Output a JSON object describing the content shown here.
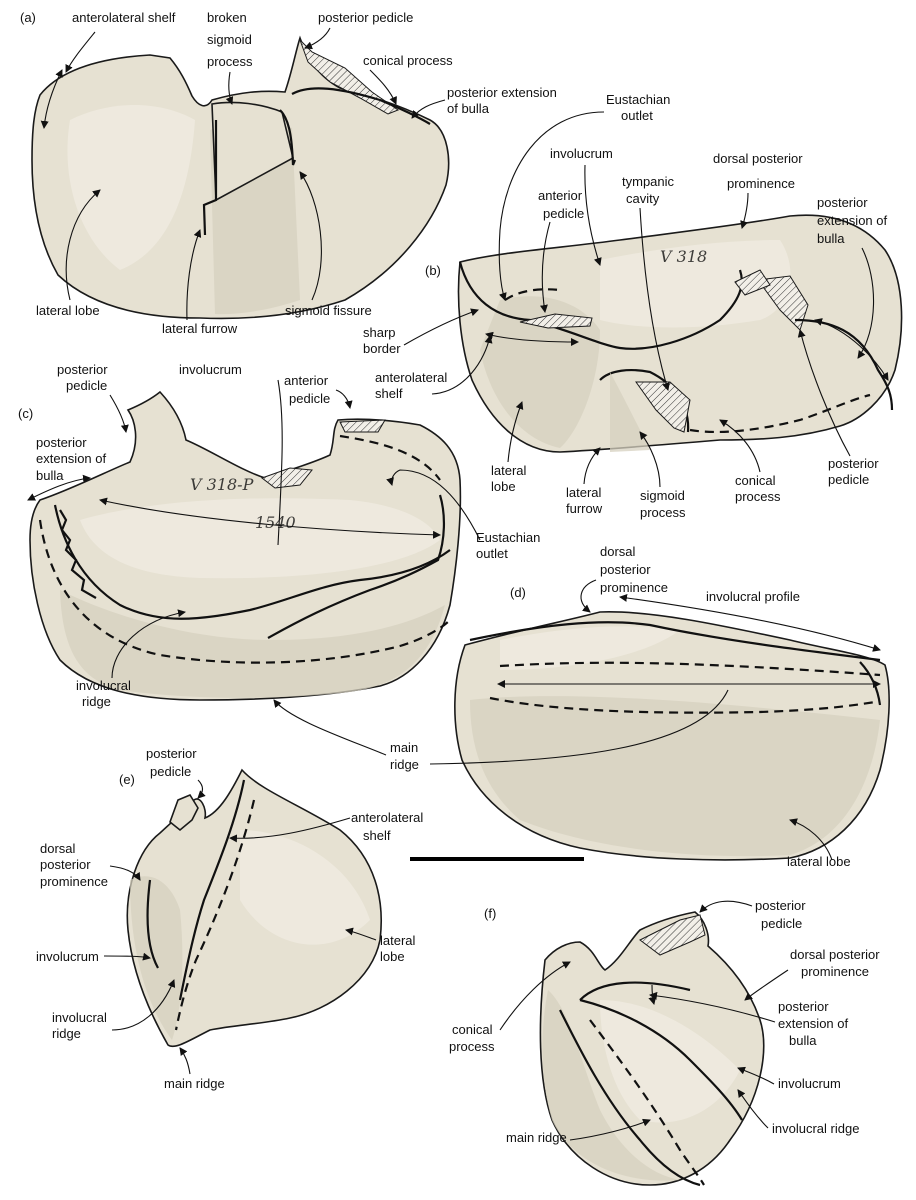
{
  "panels": {
    "a": {
      "letter": "(a)",
      "labels": {
        "anterolateral_shelf": "anterolateral shelf",
        "broken_1": "broken",
        "broken_2": "sigmoid",
        "broken_3": "process",
        "posterior_pedicle": "posterior pedicle",
        "conical_process": "conical process",
        "post_ext_1": "posterior extension",
        "post_ext_2": "of bulla",
        "lateral_lobe": "lateral lobe",
        "lateral_furrow": "lateral furrow",
        "sigmoid_fissure": "sigmoid fissure"
      }
    },
    "b": {
      "letter": "(b)",
      "labels": {
        "eust_1": "Eustachian",
        "eust_2": "outlet",
        "involucrum": "involucrum",
        "dpp_1": "dorsal posterior",
        "dpp_2": "prominence",
        "ant_ped_1": "anterior",
        "ant_ped_2": "pedicle",
        "tymp_1": "tympanic",
        "tymp_2": "cavity",
        "pe_1": "posterior",
        "pe_2": "extension of",
        "pe_3": "bulla",
        "sharp_1": "sharp",
        "sharp_2": "border",
        "als_1": "anterolateral",
        "als_2": "shelf",
        "ll_1": "lateral",
        "ll_2": "lobe",
        "lf_1": "lateral",
        "lf_2": "furrow",
        "sp_1": "sigmoid",
        "sp_2": "process",
        "cp_1": "conical",
        "cp_2": "process",
        "pp_1": "posterior",
        "pp_2": "pedicle"
      },
      "specimen_ink": "V 318"
    },
    "c": {
      "letter": "(c)",
      "labels": {
        "pp_1": "posterior",
        "pp_2": "pedicle",
        "involucrum": "involucrum",
        "ap_1": "anterior",
        "ap_2": "pedicle",
        "pe_1": "posterior",
        "pe_2": "extension of",
        "pe_3": "bulla",
        "eu_1": "Eustachian",
        "eu_2": "outlet",
        "ir_1": "involucral",
        "ir_2": "ridge"
      },
      "specimen_ink_1": "V 318-P",
      "specimen_ink_2": "1540"
    },
    "d": {
      "letter": "(d)",
      "labels": {
        "dpp_1": "dorsal",
        "dpp_2": "posterior",
        "dpp_3": "prominence",
        "involucral_profile": "involucral profile",
        "mr_1": "main",
        "mr_2": "ridge",
        "lateral_lobe": "lateral lobe"
      }
    },
    "e": {
      "letter": "(e)",
      "labels": {
        "pp_1": "posterior",
        "pp_2": "pedicle",
        "als_1": "anterolateral",
        "als_2": "shelf",
        "dpp_1": "dorsal",
        "dpp_2": "posterior",
        "dpp_3": "prominence",
        "involucrum": "involucrum",
        "ll_1": "lateral",
        "ll_2": "lobe",
        "ir_1": "involucral",
        "ir_2": "ridge",
        "main_ridge": "main ridge"
      }
    },
    "f": {
      "letter": "(f)",
      "labels": {
        "pp_1": "posterior",
        "pp_2": "pedicle",
        "dpp_1": "dorsal posterior",
        "dpp_2": "prominence",
        "cp_1": "conical",
        "cp_2": "process",
        "pe_1": "posterior",
        "pe_2": "extension of",
        "pe_3": "bulla",
        "involucrum": "involucrum",
        "involucral_ridge": "involucral ridge",
        "main_ridge": "main ridge"
      }
    }
  }
}
